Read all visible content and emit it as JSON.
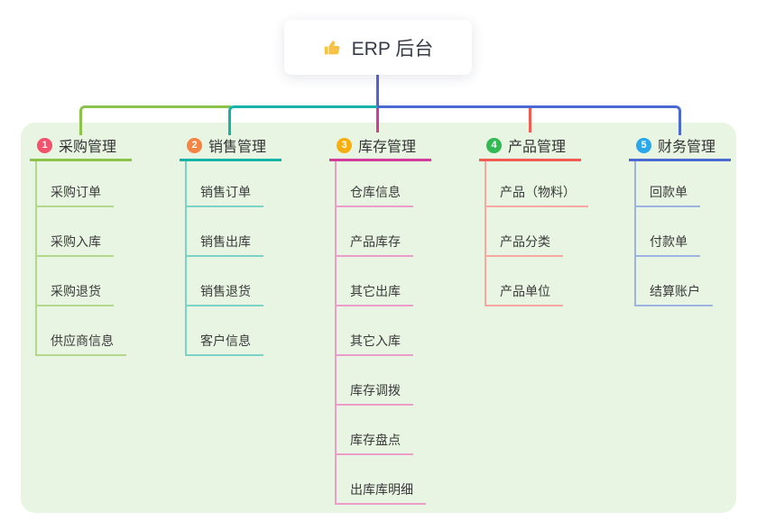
{
  "root": {
    "label": "ERP 后台",
    "icon": "thumbs-up"
  },
  "palette": {
    "root_connector": "#5163d6",
    "panel_background": "#e9f5e3",
    "text": "#333333"
  },
  "branches": [
    {
      "number": "1",
      "label": "采购管理",
      "badge_color": "#f4516c",
      "line_color": "#8bc34a",
      "child_line_color": "#b3d88c",
      "children": [
        "采购订单",
        "采购入库",
        "采购退货",
        "供应商信息"
      ]
    },
    {
      "number": "2",
      "label": "销售管理",
      "badge_color": "#f68545",
      "line_color": "#16b3a6",
      "child_line_color": "#7bd2c7",
      "children": [
        "销售订单",
        "销售出库",
        "销售退货",
        "客户信息"
      ]
    },
    {
      "number": "3",
      "label": "库存管理",
      "badge_color": "#f7af0f",
      "line_color": "#d23c98",
      "child_line_color": "#ec9dca",
      "children": [
        "仓库信息",
        "产品库存",
        "其它出库",
        "其它入库",
        "库存调拨",
        "库存盘点",
        "出库库明细"
      ]
    },
    {
      "number": "4",
      "label": "产品管理",
      "badge_color": "#33b953",
      "line_color": "#f25b52",
      "child_line_color": "#f7a8a2",
      "children": [
        "产品（物料）",
        "产品分类",
        "产品单位"
      ]
    },
    {
      "number": "5",
      "label": "财务管理",
      "badge_color": "#29a7ea",
      "line_color": "#4a6ad2",
      "child_line_color": "#9fb3e2",
      "children": [
        "回款单",
        "付款单",
        "结算账户"
      ]
    }
  ]
}
